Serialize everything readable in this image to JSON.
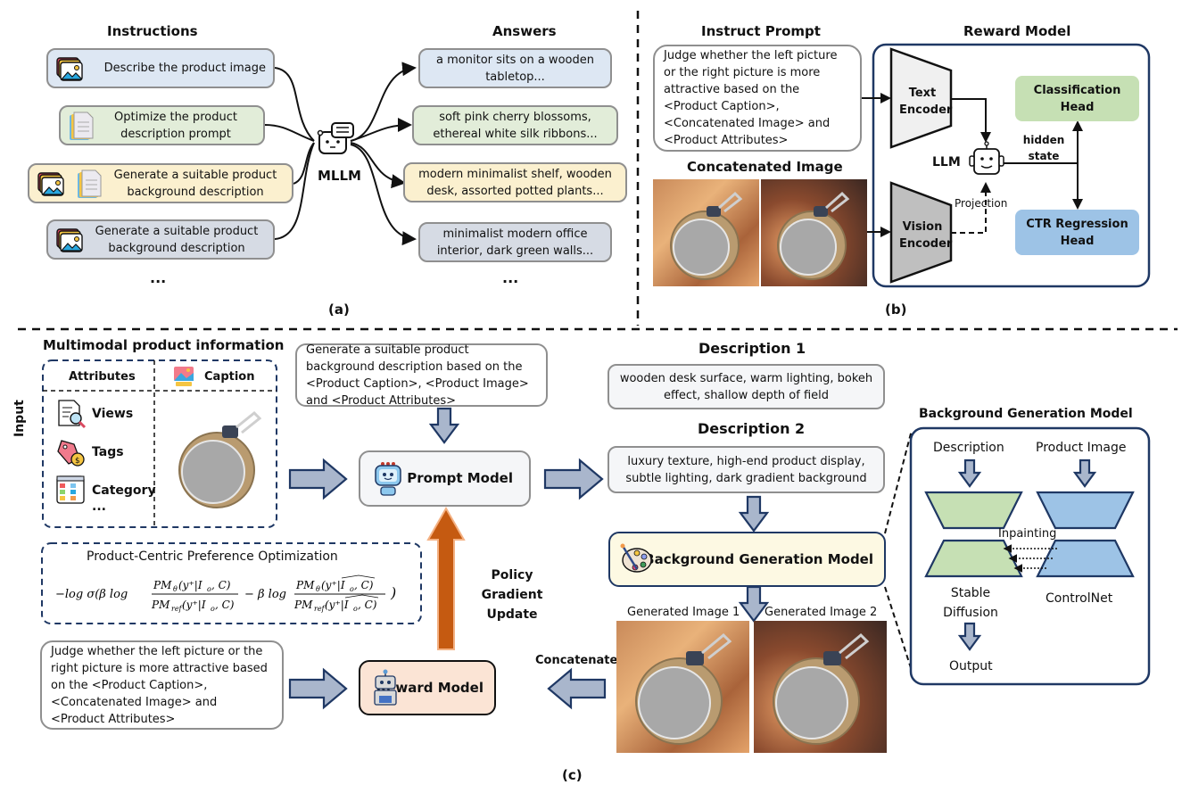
{
  "panel_a": {
    "caption": "(a)",
    "instructions_title": "Instructions",
    "answers_title": "Answers",
    "mllm_label": "MLLM",
    "instructions": [
      {
        "text": "Describe the product image",
        "color": "#dde7f3",
        "icons": [
          "image-stack-icon"
        ]
      },
      {
        "text": "Optimize the product description prompt",
        "color": "#e2edd9",
        "icons": [
          "document-icon"
        ]
      },
      {
        "text": "Generate a suitable product background description",
        "color": "#fbf0cf",
        "icons": [
          "image-stack-icon",
          "document-icon"
        ]
      },
      {
        "text": "Generate a suitable product background description",
        "color": "#d6dbe4",
        "icons": [
          "image-stack-icon"
        ]
      }
    ],
    "instructions_more": "...",
    "answers": [
      {
        "text": "a monitor sits on a wooden tabletop...",
        "color": "#dde7f3"
      },
      {
        "text": "soft pink cherry blossoms, ethereal white silk ribbons...",
        "color": "#e2edd9"
      },
      {
        "text": "modern minimalist shelf, wooden desk, assorted potted plants...",
        "color": "#fbf0cf"
      },
      {
        "text": "minimalist modern office interior, dark green walls...",
        "color": "#d6dbe4"
      }
    ],
    "answers_more": "..."
  },
  "panel_b": {
    "caption": "(b)",
    "instruct_prompt_title": "Instruct Prompt",
    "instruct_prompt_text": "Judge whether the left picture or the right picture is more attractive based on the <Product Caption>, <Concatenated Image> and <Product Attributes>",
    "concatenated_image_title": "Concatenated Image",
    "reward_model_title": "Reward Model",
    "text_encoder": "Text Encoder",
    "vision_encoder": "Vision Encoder",
    "llm_label": "LLM",
    "projection_label": "Projection",
    "hidden_state_label": "hidden state",
    "classification_head": "Classification Head",
    "ctr_head": "CTR Regression Head",
    "colors": {
      "classification": "#c6e0b4",
      "ctr": "#9dc3e6",
      "border": "#1f3864"
    }
  },
  "panel_c": {
    "caption": "(c)",
    "input_label": "Input",
    "multimodal_title": "Multimodal product information",
    "attributes_header": "Attributes",
    "caption_header": "Caption",
    "attributes": [
      {
        "label": "Views",
        "icon": "views-document-magnifier-icon"
      },
      {
        "label": "Tags",
        "icon": "price-tag-coin-icon"
      },
      {
        "label": "Category",
        "icon": "category-grid-icon"
      }
    ],
    "attributes_more": "...",
    "generate_prompt": "Generate a suitable product background description based on the <Product Caption>, <Product Image> and <Product Attributes>",
    "prompt_model": "Prompt Model",
    "policy_gradient": "Policy Gradient Update",
    "pcpo_title": "Product-Centric Preference Optimization",
    "judge_prompt": "Judge whether the left picture or the right picture is more attractive based on the <Product Caption>, <Concatenated Image> and <Product Attributes>",
    "reward_model": "Reward Model",
    "concatenate_label": "Concatenate",
    "description1_title": "Description 1",
    "description1_text": "wooden desk surface, warm lighting, bokeh effect, shallow depth of field",
    "description2_title": "Description 2",
    "description2_text": "luxury texture, high-end product display, subtle lighting, dark gradient background",
    "background_generation_model": "Background Generation Model",
    "generated_image_1": "Generated Image 1",
    "generated_image_2": "Generated Image 2",
    "bgm_detail": {
      "title": "Background Generation Model",
      "description": "Description",
      "product_image": "Product Image",
      "inpainting": "Inpainting",
      "stable_diffusion": "Stable Diffusion",
      "controlnet": "ControlNet",
      "output": "Output",
      "colors": {
        "sd": "#c6e0b4",
        "controlnet": "#9dc3e6"
      }
    },
    "colors": {
      "arrow_fill": "#a9b6cc",
      "arrow_stroke": "#1f3864",
      "policy_arrow": "#c55a11",
      "reward_bg": "#fbe4d5",
      "bgm_bg": "#fdf9e3"
    }
  }
}
